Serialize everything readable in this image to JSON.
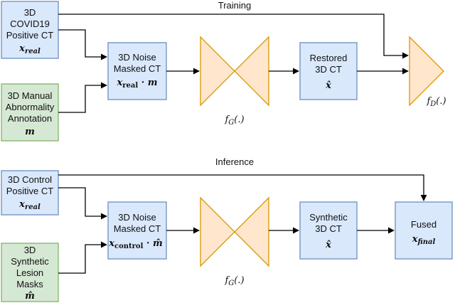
{
  "colors": {
    "blue_fill": "#dae8fc",
    "blue_stroke": "#6c8ebf",
    "green_fill": "#d5e8d4",
    "green_stroke": "#82b366",
    "orange_fill": "#ffe6cc",
    "orange_stroke": "#d79b00"
  },
  "training": {
    "title": "Training",
    "input_ct": {
      "lines": [
        "3D",
        "COVID19",
        "Positive CT"
      ],
      "math": "x_real"
    },
    "annotation": {
      "lines": [
        "3D Manual",
        "Abnormality",
        "Annotation"
      ],
      "math": "m"
    },
    "masked": {
      "lines": [
        "3D Noise",
        "Masked CT"
      ],
      "math": "x_real · m"
    },
    "generator_label": "f_G(.)",
    "restored": {
      "lines": [
        "Restored",
        "3D CT"
      ],
      "math": "x̂"
    },
    "discriminator_label": "f_D(.)"
  },
  "inference": {
    "title": "Inference",
    "input_ct": {
      "lines": [
        "3D Control",
        "Positive CT"
      ],
      "math": "x_real"
    },
    "masks": {
      "lines": [
        "3D",
        "Synthetic",
        "Lesion",
        "Masks"
      ],
      "math": "m̂"
    },
    "masked": {
      "lines": [
        "3D Noise",
        "Masked CT"
      ],
      "math": "x_control · m̂"
    },
    "generator_label": "f_G(.)",
    "synthetic": {
      "lines": [
        "Synthetic",
        "3D CT"
      ],
      "math": "x̂"
    },
    "fused": {
      "lines": [
        "Fused"
      ],
      "math": "x_final"
    }
  }
}
